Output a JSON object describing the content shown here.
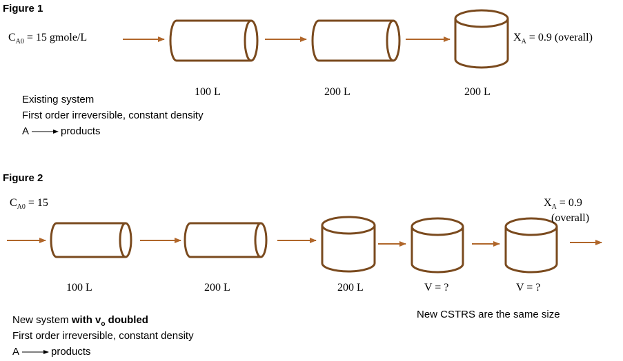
{
  "figure1": {
    "title": "Figure 1",
    "feed_prefix": "C",
    "feed_sub": "A0",
    "feed_suffix": " = 15 gmole/L",
    "conv_prefix": "X",
    "conv_sub": "A",
    "conv_suffix": " = 0.9 (overall)",
    "vol1": "100 L",
    "vol2": "200 L",
    "vol3": "200 L",
    "desc1": "Existing system",
    "desc2": "First order irreversible, constant density",
    "rxn_a": "A",
    "rxn_products": "products"
  },
  "figure2": {
    "title": "Figure 2",
    "feed_prefix": "C",
    "feed_sub": "A0",
    "feed_suffix": " = 15",
    "conv_prefix": "X",
    "conv_sub": "A",
    "conv_suffix": " = 0.9",
    "conv_note": "(overall)",
    "vol1": "100 L",
    "vol2": "200 L",
    "vol3": "200 L",
    "vol4": "V = ?",
    "vol5": "V = ?",
    "note": "New CSTRS are the same size",
    "desc1_plain": "New system ",
    "desc1_bold_a": "with v",
    "desc1_bold_sub": "o",
    "desc1_bold_b": " doubled",
    "desc2": "First order irreversible, constant density",
    "rxn_a": "A",
    "rxn_products": "products"
  },
  "colors": {
    "vessel": "#7a4a1e",
    "arrow": "#b0662a"
  }
}
